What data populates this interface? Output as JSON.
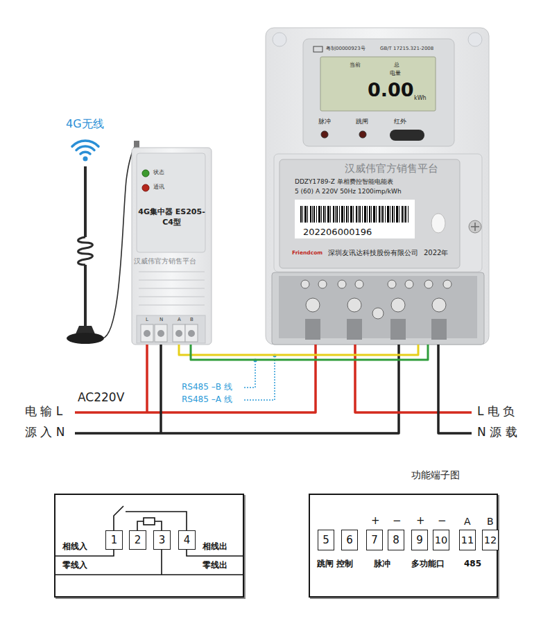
{
  "diagram": {
    "nodes": [
      {
        "text": [
          "状态",
          "通讯",
          "4G集中器 ES205-C4型",
          "L",
          "N",
          "A",
          "B"
        ]
      },
      {
        "text": [
          "粤制00000923号",
          "GB/T 17215.321-2008",
          "脉冲",
          "跳闸",
          "红外"
        ]
      },
      {
        "text": [
          "当前",
          "总",
          "电量",
          "0.00",
          "kWh"
        ],
        "in": 1
      },
      {
        "text": [
          "DDZY1789-Z 单相费控智能电能表",
          "5 (60) A 220V 50Hz 1200imp/kWh",
          "202206000196",
          "Friendcom",
          "深圳友讯达科技股份有限公司",
          "2022年"
        ],
        "in": 1
      },
      {
        "text": [
          "相线入",
          "零线入",
          "相线出",
          "零线出"
        ]
      },
      {
        "text": [
          "1"
        ],
        "in": 4
      },
      {
        "text": [
          "2"
        ],
        "in": 4
      },
      {
        "text": [
          "3"
        ],
        "in": 4
      },
      {
        "text": [
          "4"
        ],
        "in": 4
      },
      {
        "text": [
          "功能端子图",
          "+",
          "−",
          "+",
          "−",
          "A",
          "B",
          "跳闸 控制",
          "脉冲",
          "多功能口",
          "485"
        ]
      },
      {
        "text": [
          "5"
        ],
        "in": 9
      },
      {
        "text": [
          "6"
        ],
        "in": 9
      },
      {
        "text": [
          "7"
        ],
        "in": 9
      },
      {
        "text": [
          "8"
        ],
        "in": 9
      },
      {
        "text": [
          "9"
        ],
        "in": 9
      },
      {
        "text": [
          "10"
        ],
        "in": 9
      },
      {
        "text": [
          "11"
        ],
        "in": 9
      },
      {
        "text": [
          "12"
        ],
        "in": 9
      }
    ],
    "edges": [
      {
        "from": 0,
        "to": 1,
        "arrow": "none"
      },
      {
        "from": 0,
        "to": 1,
        "arrow": "none"
      }
    ],
    "labels": [
      "4G无线",
      "AC220V",
      "电 输 L",
      "源 入 N",
      "L 电 负",
      "N 源 载",
      "RS485 –B 线",
      "RS485 –A 线",
      "汉威伟官方销售平台",
      "汉威伟官方销售平台"
    ]
  }
}
